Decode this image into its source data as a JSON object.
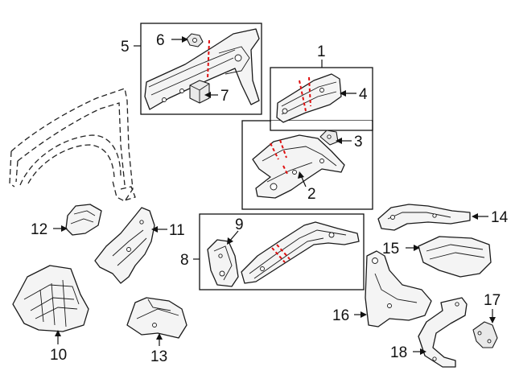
{
  "labels": {
    "1": "1",
    "2": "2",
    "3": "3",
    "4": "4",
    "5": "5",
    "6": "6",
    "7": "7",
    "8": "8",
    "9": "9",
    "10": "10",
    "11": "11",
    "12": "12",
    "13": "13",
    "14": "14",
    "15": "15",
    "16": "16",
    "17": "17",
    "18": "18"
  },
  "colors": {
    "line": "#1a1a1a",
    "cut_line": "#e01010",
    "background": "#ffffff"
  }
}
